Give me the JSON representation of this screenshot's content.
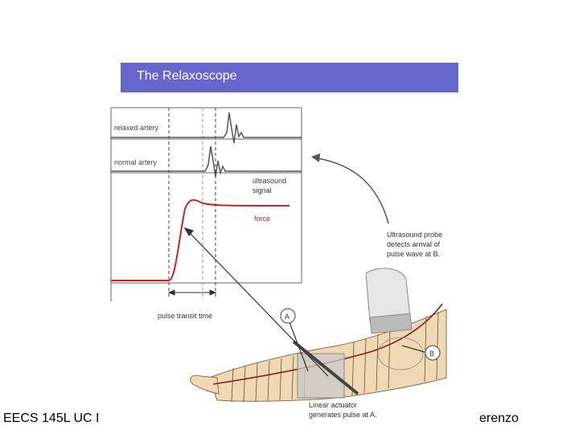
{
  "slide": {
    "title": "The Relaxoscope",
    "footer_left": "EECS 145L UC I",
    "footer_right": "erenzo"
  },
  "diagram": {
    "labels": {
      "relaxed_artery": "relaxed artery",
      "normal_artery": "normal artery",
      "ultrasound_signal_1": "ultrasound",
      "ultrasound_signal_2": "signal",
      "force": "force",
      "pulse_transit_time": "pulse transit time",
      "probe_note_1": "Ultrasound probe",
      "probe_note_2": "detects arrival of",
      "probe_note_3": "pulse wave at B.",
      "point_a": "A",
      "point_b": "B",
      "actuator_note_1": "Linear actuator",
      "actuator_note_2": "generates pulse at A."
    },
    "colors": {
      "title_bar": "#6666cc",
      "force_trace": "#cc2222",
      "trace": "#555555",
      "skin": "#efd8b4",
      "artery": "#8a1a1a"
    }
  }
}
